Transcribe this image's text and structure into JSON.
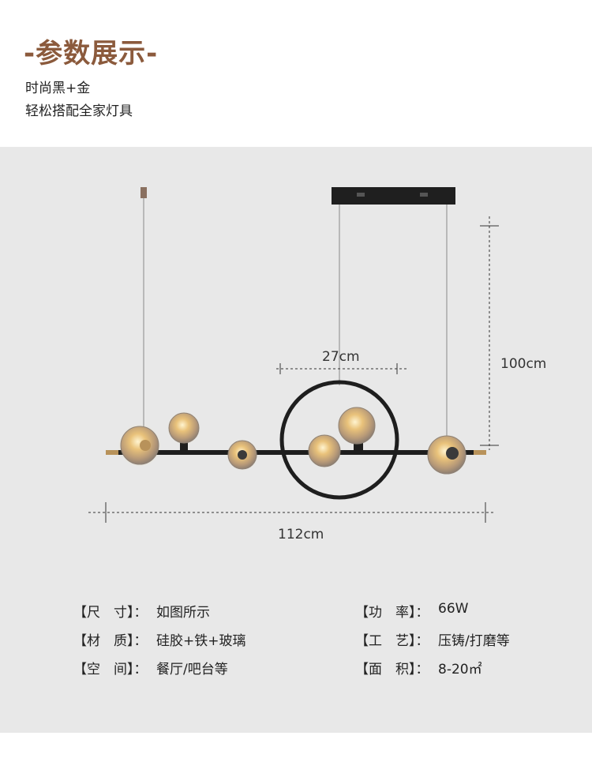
{
  "header": {
    "title": "-参数展示-",
    "subtitle1": "时尚黑+金",
    "subtitle2": "轻松搭配全家灯具"
  },
  "dimensions": {
    "ring_width": "27cm",
    "height": "100cm",
    "length": "112cm"
  },
  "specs": {
    "left": [
      {
        "label": "【尺　寸】：",
        "value": "如图所示"
      },
      {
        "label": "【材　质】：",
        "value": "硅胶+铁+玻璃"
      },
      {
        "label": "【空　间】：",
        "value": "餐厅/吧台等"
      }
    ],
    "right": [
      {
        "label": "【功　率】：",
        "value": "66W"
      },
      {
        "label": "【工　艺】：",
        "value": "压铸/打磨等"
      },
      {
        "label": "【面　积】：",
        "value": "8-20㎡"
      }
    ]
  },
  "colors": {
    "title": "#8b5a3c",
    "panel_bg": "#e8e8e8",
    "fixture": "#1e1e1e",
    "brass": "#b8925a"
  }
}
